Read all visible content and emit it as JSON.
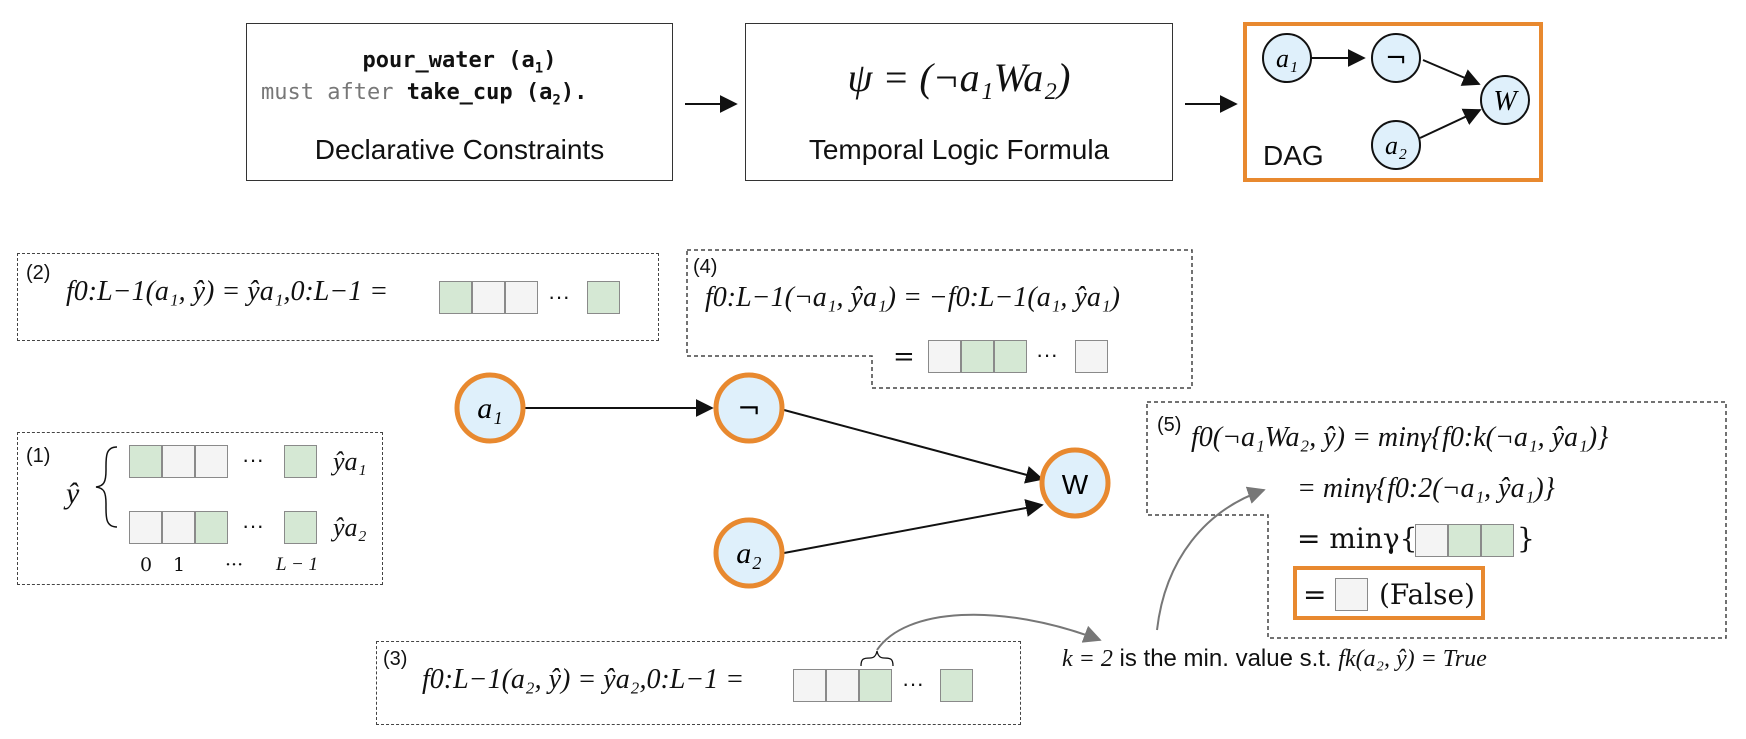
{
  "colors": {
    "node_fill": "#dff0fb",
    "node_stroke_orange": "#e8892f",
    "cell_true": "#d5e8d4",
    "cell_false": "#f4f4f4",
    "highlight_border": "#e8892f"
  },
  "top": {
    "constraint": {
      "line1_func": "pour_water",
      "line1_arg": "(a",
      "line1_sub": "1",
      "line2_pre": "must after ",
      "line2_func": "take_cup",
      "line2_arg": "(a",
      "line2_sub": "2",
      "line2_end": ").",
      "caption": "Declarative Constraints"
    },
    "formula": {
      "text": "ψ = (¬a₁Wa₂)",
      "caption": "Temporal Logic Formula"
    },
    "dag": {
      "label": "DAG",
      "node_a1": "a₁",
      "node_not": "¬",
      "node_w": "W",
      "node_a2": "a₂"
    }
  },
  "panel1": {
    "tag": "(1)",
    "yhat": "ŷ",
    "row1_label": "ŷa₁",
    "row2_label": "ŷa₂",
    "dots": "···",
    "axis": [
      "0",
      "1",
      "···",
      "L − 1"
    ]
  },
  "panel2": {
    "tag": "(2)",
    "formula": "f0:L−1(a₁, ŷ) = ŷa₁,0:L−1 =",
    "dots": "···"
  },
  "panel3": {
    "tag": "(3)",
    "formula": "f0:L−1(a₂, ŷ) = ŷa₂,0:L−1 =",
    "dots": "···"
  },
  "panel4": {
    "tag": "(4)",
    "formula": "f0:L−1(¬a₁, ŷa₁) = −f0:L−1(a₁, ŷa₁)",
    "line2": "=",
    "dots": "···"
  },
  "panel5": {
    "tag": "(5)",
    "line1": "f0(¬a₁Wa₂, ŷ) = minγ{f0:k(¬a₁, ŷa₁)}",
    "line2": "= minγ{f0:2(¬a₁, ŷa₁)}",
    "line3_pre": "= minγ{",
    "line3_post": "}",
    "line4_pre": "=",
    "line4_post": "(False)"
  },
  "graph": {
    "node_a1": "a₁",
    "node_not": "¬",
    "node_w": "W",
    "node_a2": "a₂"
  },
  "note": {
    "pre": "k = 2",
    "mid": " is the min. value s.t. ",
    "post": "fk(a₂, ŷ) = True"
  }
}
